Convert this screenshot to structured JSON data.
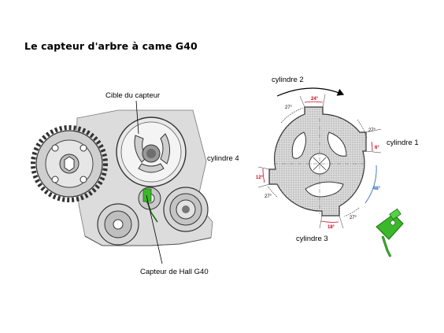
{
  "title": "Le capteur d'arbre à came G40",
  "labels": {
    "target": "Cible du capteur",
    "hall_sensor": "Capteur de Hall G40",
    "cyl1": "cylindre 1",
    "cyl2": "cylindre 2",
    "cyl3": "cylindre 3",
    "cyl4": "cylindre 4"
  },
  "angles": {
    "a_top_left": "27°",
    "a_top": "24°",
    "a_right_top": "27°",
    "a_right": "6°",
    "a_right_bottom": "48°",
    "a_bottom_right": "27°",
    "a_bottom": "18°",
    "a_left_bottom": "27°",
    "a_left": "12°"
  },
  "colors": {
    "sensor_green": "#3bb82a",
    "angle_red": "#d0021b",
    "angle_blue": "#1d5fb7",
    "engine_grey": "#d9d9d9"
  }
}
